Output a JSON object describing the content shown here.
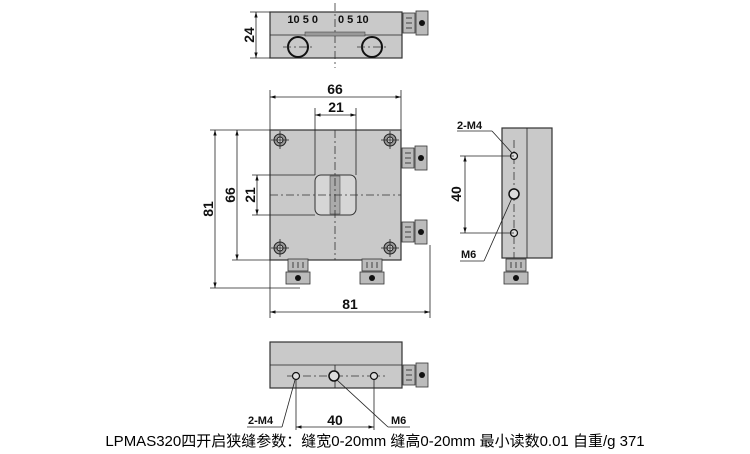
{
  "top_view": {
    "height_dim": "24",
    "scale_left": "10 5 0",
    "scale_right": "0 5 10"
  },
  "front_view": {
    "width_outer": "66",
    "slot_width": "21",
    "height_total": "81",
    "height_plate": "66",
    "slot_height": "21",
    "width_total": "81"
  },
  "side_view": {
    "hole_label": "2-M4",
    "spacing": "40",
    "center_label": "M6"
  },
  "bottom_view": {
    "hole_label": "2-M4",
    "spacing": "40",
    "center_label": "M6"
  },
  "caption": "LPMAS320四开启狭缝参数：缝宽0-20mm 缝高0-20mm 最小读数0.01 自重/g 371"
}
